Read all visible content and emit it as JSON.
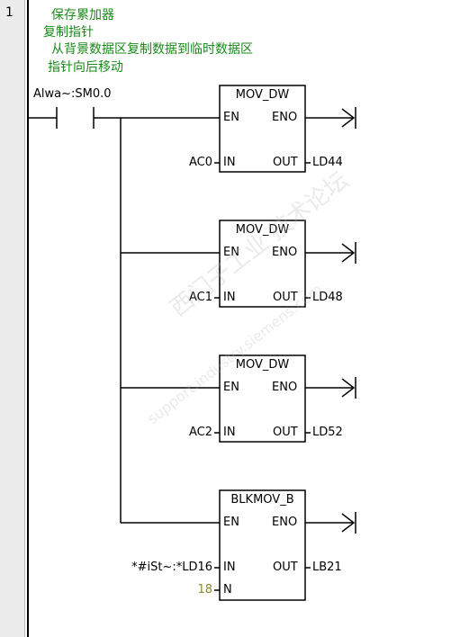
{
  "network": {
    "number": "1"
  },
  "comments": [
    "保存累加器",
    "复制指针",
    "从背景数据区复制数据到临时数据区",
    "指针向后移动"
  ],
  "contact": {
    "label": "Alwa~:SM0.0"
  },
  "blocks": [
    {
      "title": "MOV_DW",
      "en": "EN",
      "eno": "ENO",
      "in_pin": "IN",
      "out_pin": "OUT",
      "in_value": "AC0",
      "out_value": "LD44"
    },
    {
      "title": "MOV_DW",
      "en": "EN",
      "eno": "ENO",
      "in_pin": "IN",
      "out_pin": "OUT",
      "in_value": "AC1",
      "out_value": "LD48"
    },
    {
      "title": "MOV_DW",
      "en": "EN",
      "eno": "ENO",
      "in_pin": "IN",
      "out_pin": "OUT",
      "in_value": "AC2",
      "out_value": "LD52"
    },
    {
      "title": "BLKMOV_B",
      "en": "EN",
      "eno": "ENO",
      "in_pin": "IN",
      "out_pin": "OUT",
      "n_pin": "N",
      "in_value": "*#iSt~:*LD16",
      "out_value": "LB21",
      "n_value": "18"
    }
  ],
  "watermark": {
    "line1": "西门子工业 技术论坛",
    "line2": "support.industry.siemens.com"
  }
}
